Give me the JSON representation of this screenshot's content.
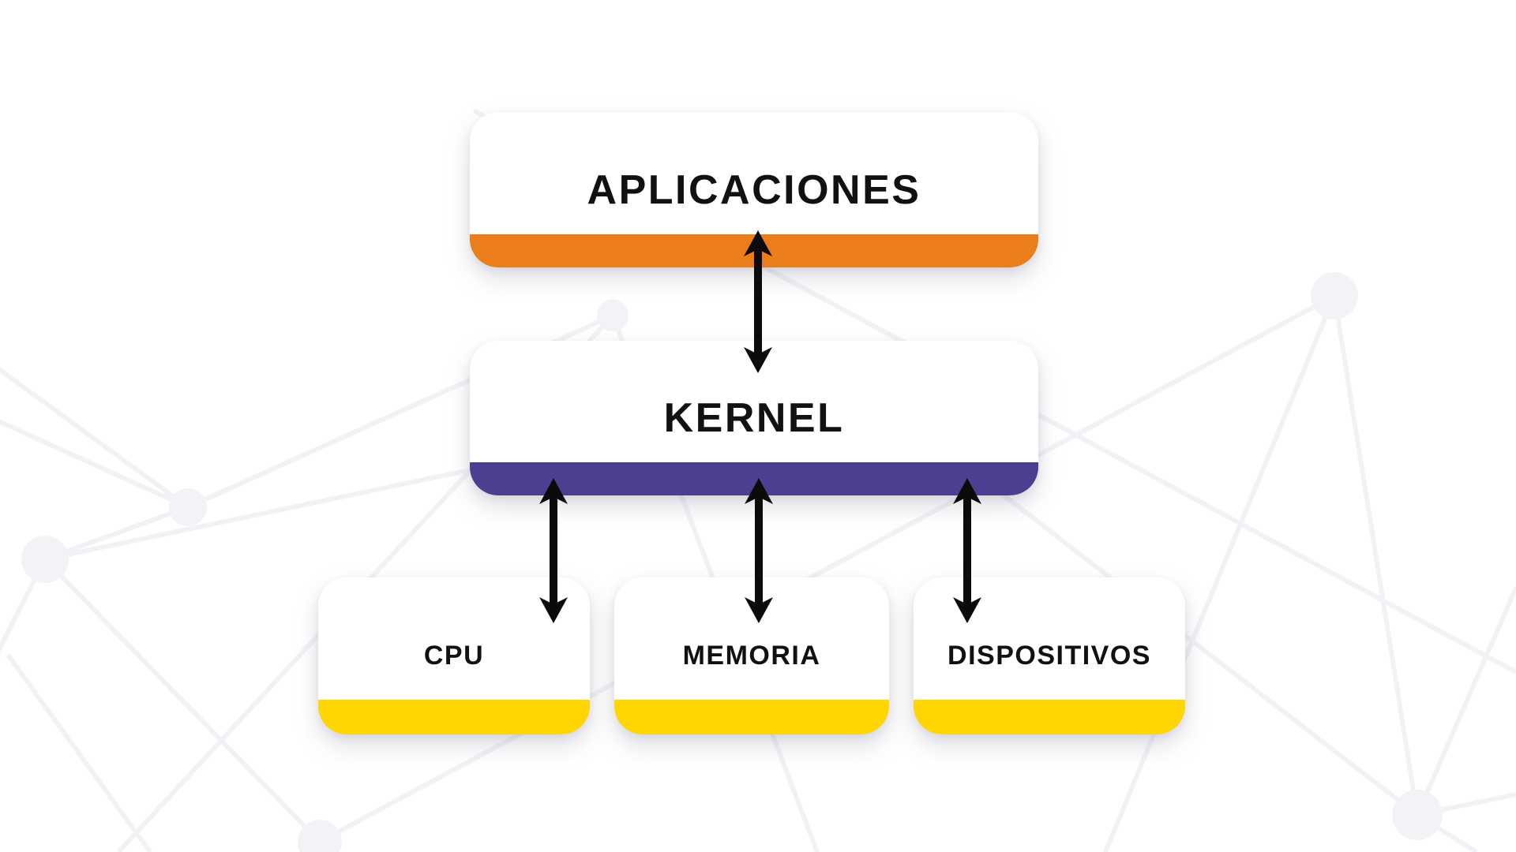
{
  "colors": {
    "background": "#FFFFFF",
    "pattern_gray": "#F2F2F6",
    "card_white": "#FFFFFF",
    "text_black": "#111111",
    "arrow_black": "#0B0B0B",
    "accent_orange": "#EC7D1B",
    "accent_purple": "#4D3E92",
    "accent_yellow": "#FFD502"
  },
  "diagram": {
    "cards": [
      {
        "id": "aplicaciones",
        "label": "APLICACIONES",
        "accent": "#EC7D1B"
      },
      {
        "id": "kernel",
        "label": "KERNEL",
        "accent": "#4D3E92"
      },
      {
        "id": "cpu",
        "label": "CPU",
        "accent": "#FFD502"
      },
      {
        "id": "memoria",
        "label": "MEMORIA",
        "accent": "#FFD502"
      },
      {
        "id": "dispositivos",
        "label": "DISPOSITIVOS",
        "accent": "#FFD502"
      }
    ],
    "connections": [
      {
        "from": "APLICACIONES",
        "to": "KERNEL",
        "type": "double-headed-arrow"
      },
      {
        "from": "KERNEL",
        "to": "CPU",
        "type": "double-headed-arrow"
      },
      {
        "from": "KERNEL",
        "to": "MEMORIA",
        "type": "double-headed-arrow"
      },
      {
        "from": "KERNEL",
        "to": "DISPOSITIVOS",
        "type": "double-headed-arrow"
      }
    ]
  }
}
